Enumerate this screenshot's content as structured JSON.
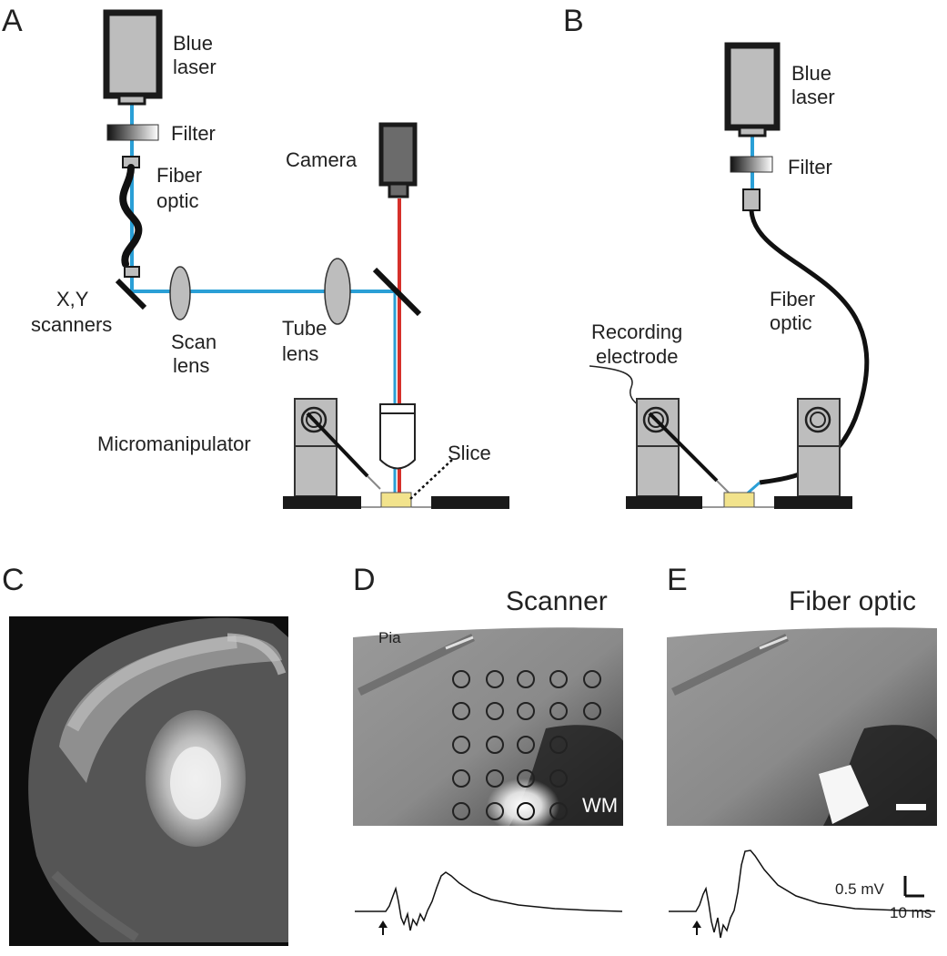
{
  "panels": {
    "a": {
      "letter": "A",
      "labels": {
        "laser_line1": "Blue",
        "laser_line2": "laser",
        "filter": "Filter",
        "fiber_line1": "Fiber",
        "fiber_line2": "optic",
        "scanners_line1": "X,Y",
        "scanners_line2": "scanners",
        "scan_lens_line1": "Scan",
        "scan_lens_line2": "lens",
        "tube_lens_line1": "Tube",
        "tube_lens_line2": "lens",
        "camera": "Camera",
        "micromanipulator": "Micromanipulator",
        "slice": "Slice"
      }
    },
    "b": {
      "letter": "B",
      "labels": {
        "laser_line1": "Blue",
        "laser_line2": "laser",
        "filter": "Filter",
        "fiber_line1": "Fiber",
        "fiber_line2": "optic",
        "electrode_line1": "Recording",
        "electrode_line2": "electrode"
      }
    },
    "c": {
      "letter": "C"
    },
    "d": {
      "letter": "D",
      "title": "Scanner",
      "pia": "Pia",
      "wm": "WM"
    },
    "e": {
      "letter": "E",
      "title": "Fiber optic",
      "scale_v": "0.5 mV",
      "scale_t": "10 ms"
    }
  },
  "colors": {
    "laser_beam": "#2a9fd6",
    "camera_beam": "#d6302b",
    "component_fill": "#bdbdbd",
    "slice_fill": "#f2e38c",
    "stage_fill": "#1a1a1a"
  }
}
